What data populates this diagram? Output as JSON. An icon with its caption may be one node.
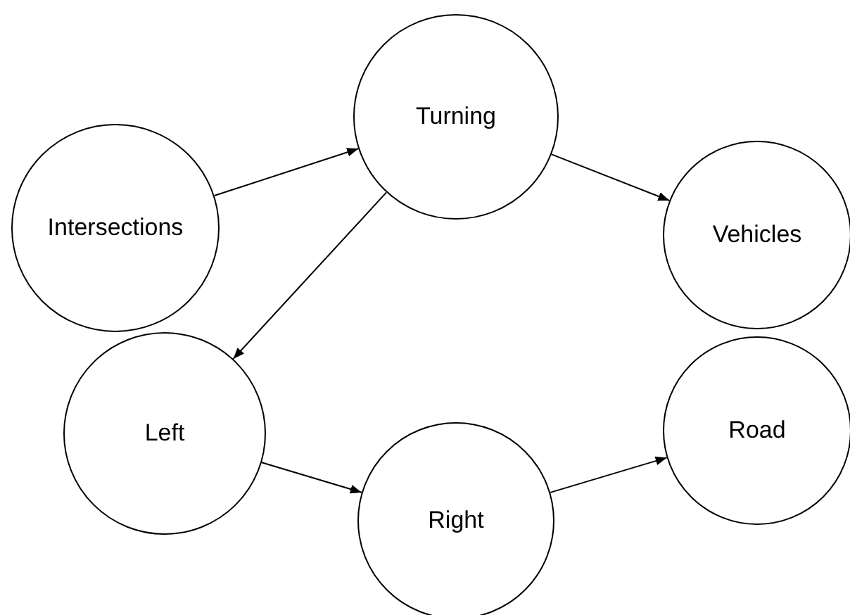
{
  "diagram": {
    "nodes": [
      {
        "text": [
          "Intersections"
        ]
      },
      {
        "text": [
          "Turning"
        ]
      },
      {
        "text": [
          "Vehicles"
        ]
      },
      {
        "text": [
          "Left"
        ]
      },
      {
        "text": [
          "Right"
        ]
      },
      {
        "text": [
          "Road"
        ]
      }
    ],
    "edges": [
      {
        "from": 0,
        "to": 1,
        "arrow": "to"
      },
      {
        "from": 1,
        "to": 2,
        "arrow": "to"
      },
      {
        "from": 1,
        "to": 3,
        "arrow": "to"
      },
      {
        "from": 3,
        "to": 4,
        "arrow": "to"
      },
      {
        "from": 4,
        "to": 5,
        "arrow": "to"
      }
    ]
  }
}
